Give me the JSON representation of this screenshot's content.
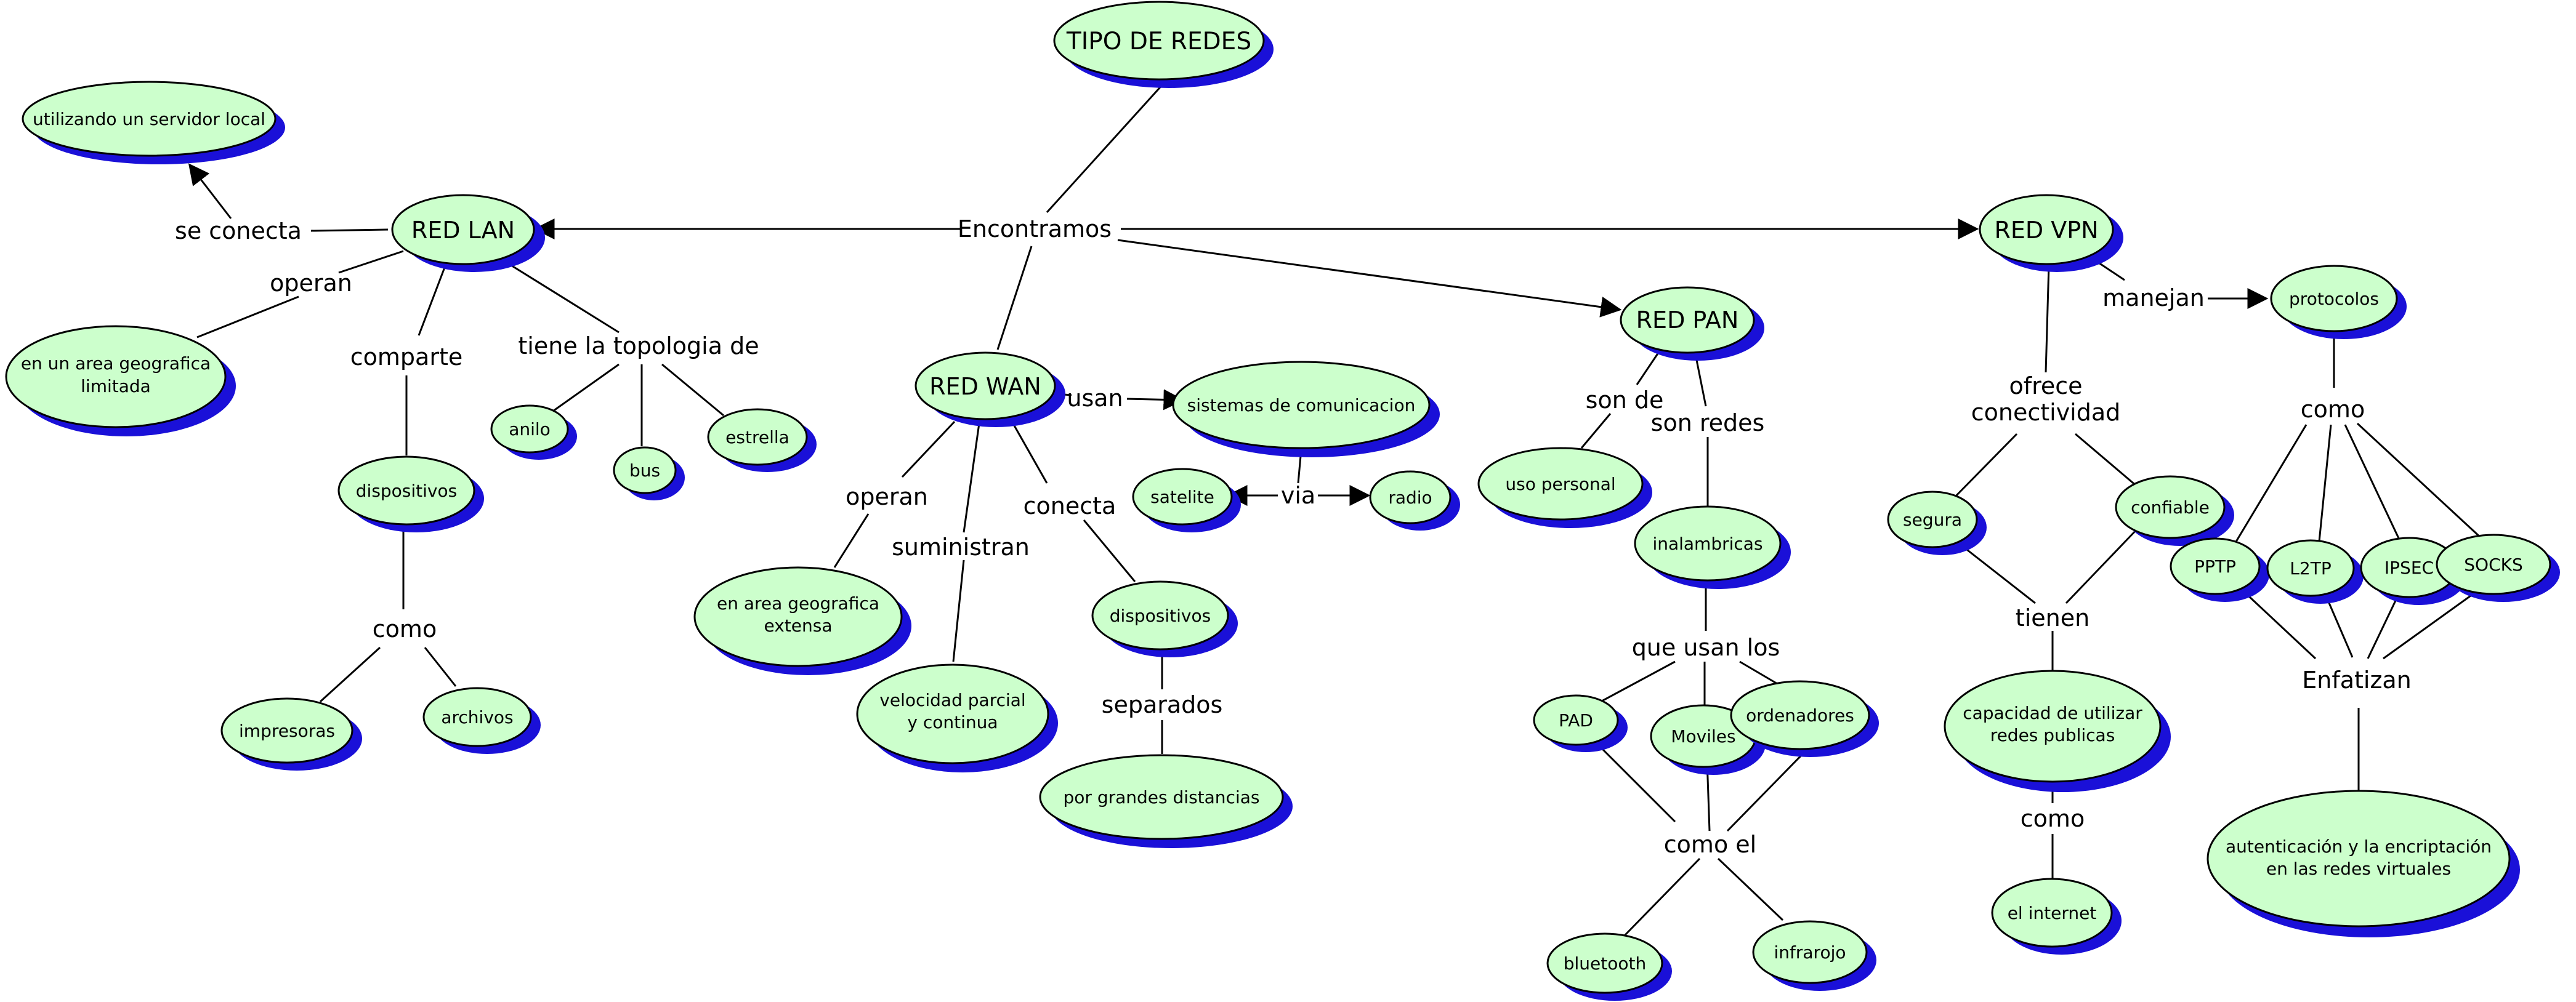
{
  "title": "TIPO DE REDES",
  "nodes": {
    "tipo_de_redes": "TIPO DE REDES",
    "red_lan": "RED LAN",
    "red_wan": "RED WAN",
    "red_pan": "RED PAN",
    "red_vpn": "RED VPN",
    "servidor_local": "utilizando un servidor local",
    "area_limitada_1": "en un area geografica",
    "area_limitada_2": "limitada",
    "dispositivos_lan": "dispositivos",
    "anilo": "anilo",
    "bus": "bus",
    "estrella": "estrella",
    "impresoras": "impresoras",
    "archivos": "archivos",
    "sistemas_comunicacion": "sistemas de comunicacion",
    "satelite": "satelite",
    "radio": "radio",
    "area_extensa_1": "en area geografica",
    "area_extensa_2": "extensa",
    "velocidad_1": "velocidad parcial",
    "velocidad_2": "y continua",
    "dispositivos_wan": "dispositivos",
    "grandes_distancias": "por grandes distancias",
    "uso_personal": "uso personal",
    "inalambricas": "inalambricas",
    "pad": "PAD",
    "moviles": "Moviles",
    "ordenadores": "ordenadores",
    "bluetooth": "bluetooth",
    "infrarojo": "infrarojo",
    "protocolos": "protocolos",
    "segura": "segura",
    "confiable": "confiable",
    "capacidad_1": "capacidad de utilizar",
    "capacidad_2": "redes publicas",
    "el_internet": "el internet",
    "pptp": "PPTP",
    "l2tp": "L2TP",
    "ipsec": "IPSEC",
    "socks": "SOCKS",
    "autenticacion_1": "autenticación y la encriptación",
    "autenticacion_2": "en las redes virtuales"
  },
  "links": {
    "encontramos": "Encontramos",
    "se_conecta": "se conecta",
    "operan_lan": "operan",
    "comparte": "comparte",
    "topologia": "tiene la topologia de",
    "como_lan": "como",
    "usan": "usan",
    "via": "via",
    "operan_wan": "operan",
    "suministran": "suministran",
    "conecta": "conecta",
    "separados": "separados",
    "son_de": "son de",
    "son_redes": "son redes",
    "que_usan_los": "que usan los",
    "como_el": "como el",
    "manejan": "manejan",
    "ofrece_1": "ofrece",
    "ofrece_2": "conectividad",
    "tienen": "tienen",
    "como_vpn_internet": "como",
    "como_protocolos": "como",
    "enfatizan": "Enfatizan"
  }
}
